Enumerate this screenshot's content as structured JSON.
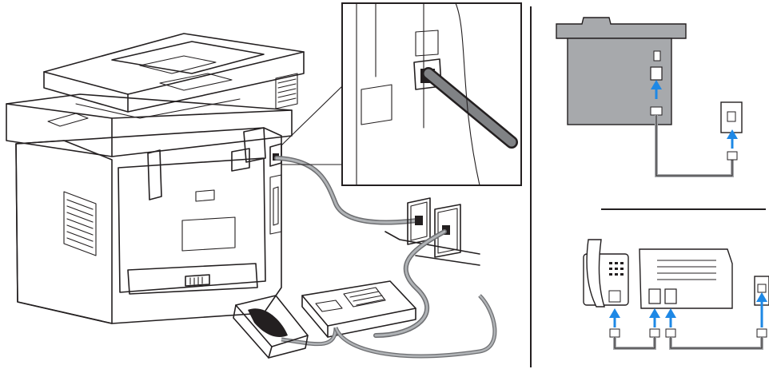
{
  "diagram": {
    "title": "",
    "panels": [
      {
        "id": "main",
        "subject": "printer-with-phone-line-and-answering-machine"
      },
      {
        "id": "top-right",
        "subject": "printer-to-wall-jack"
      },
      {
        "id": "bottom-right",
        "subject": "telephone-printer-wall-jack-chain"
      }
    ],
    "labels": []
  },
  "colors": {
    "line": "#231f20",
    "printer_fill": "#ffffff",
    "panel_fill": "#a7a9ac",
    "panel_fill_dark": "#808285",
    "arrow": "#1e88e5",
    "cable": "#b0b3b6",
    "cable_dark": "#6d6e71"
  },
  "icons": [
    "phone-jack-icon",
    "up-arrow-icon",
    "telephone-icon",
    "answering-machine-icon",
    "printer-icon"
  ]
}
